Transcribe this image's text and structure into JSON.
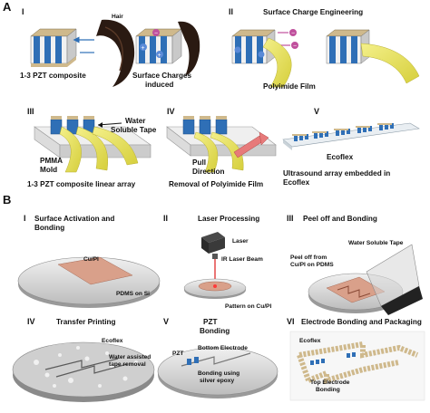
{
  "panel_a": {
    "label": "A",
    "I": {
      "numeral": "I",
      "hair": "Hair",
      "pzt": "1-3 PZT composite",
      "charges_1": "Surface Charges",
      "charges_2": "induced"
    },
    "II": {
      "numeral": "II",
      "title": "Surface Charge Engineering",
      "film": "Polyimide Film"
    },
    "III": {
      "numeral": "III",
      "tape_1": "Water",
      "tape_2": "Soluble Tape",
      "mold_1": "PMMA",
      "mold_2": "Mold",
      "caption": "1-3 PZT composite linear array"
    },
    "IV": {
      "numeral": "IV",
      "pull_1": "Pull",
      "pull_2": "Direction",
      "caption": "Removal of Polyimide Film"
    },
    "V": {
      "numeral": "V",
      "ecoflex": "Ecoflex",
      "caption_1": "Ultrasound array embedded in",
      "caption_2": "Ecoflex"
    }
  },
  "panel_b": {
    "label": "B",
    "I": {
      "numeral": "I",
      "title_1": "Surface Activation and",
      "title_2": "Bonding",
      "cupi": "Cu/PI",
      "pdms": "PDMS on Si"
    },
    "II": {
      "numeral": "II",
      "title": "Laser Processing",
      "laser": "Laser",
      "beam": "IR Laser Beam",
      "pattern": "Pattern on Cu/PI"
    },
    "III": {
      "numeral": "III",
      "title": "Peel off and Bonding",
      "tape": "Water Soluble Tape",
      "peel_1": "Peel off from",
      "peel_2": "Cu/PI on PDMS"
    },
    "IV": {
      "numeral": "IV",
      "title": "Transfer Printing",
      "ecoflex": "Ecoflex",
      "water_1": "Water assisted",
      "water_2": "tape removal"
    },
    "V": {
      "numeral": "V",
      "title_1": "PZT",
      "title_2": "Bonding",
      "bottom": "Bottom Electrode",
      "pzt": "PZT",
      "epoxy_1": "Bonding using",
      "epoxy_2": "silver epoxy"
    },
    "VI": {
      "numeral": "VI",
      "title": "Electrode Bonding and Packaging",
      "ecoflex": "Ecoflex",
      "top_1": "Top Electrode",
      "top_2": "Bonding"
    }
  },
  "colors": {
    "pzt_blue": "#2f6fb6",
    "cap_tan": "#cfb98c",
    "film_yellow": "#e8e26a",
    "pink_arrow": "#c0509d",
    "cupi_pink": "#d9a08a",
    "laser_red": "#e23a3a",
    "substrate_grey": "#d8d8d8"
  }
}
